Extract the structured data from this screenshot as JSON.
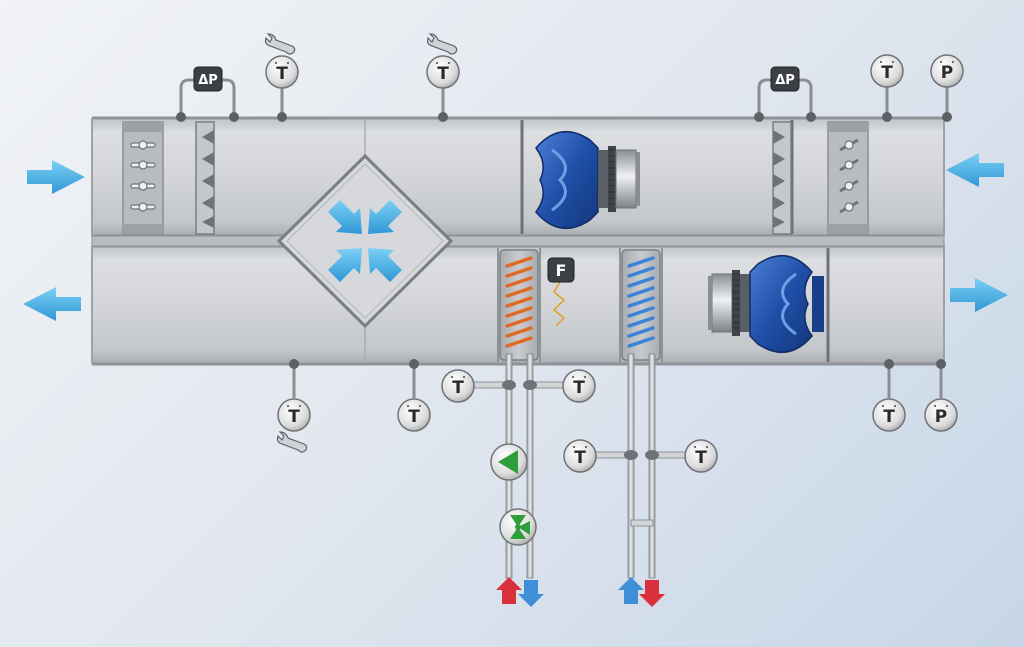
{
  "diagram": {
    "colors": {
      "airflow_arrow": "#3aa7e2",
      "supply_up_red": "#d9303c",
      "return_down_blue": "#3f8ed8",
      "fan_blue": "#1f4fa8",
      "heating_coil": "#e06a25",
      "cooling_coil": "#3b82d9",
      "pump_green": "#2e9d3a",
      "duct_gray": "#cfd1d4"
    },
    "sensors": {
      "t_label": "T",
      "p_label": "P",
      "dp_label": "ΔP",
      "f_label": "F"
    }
  }
}
